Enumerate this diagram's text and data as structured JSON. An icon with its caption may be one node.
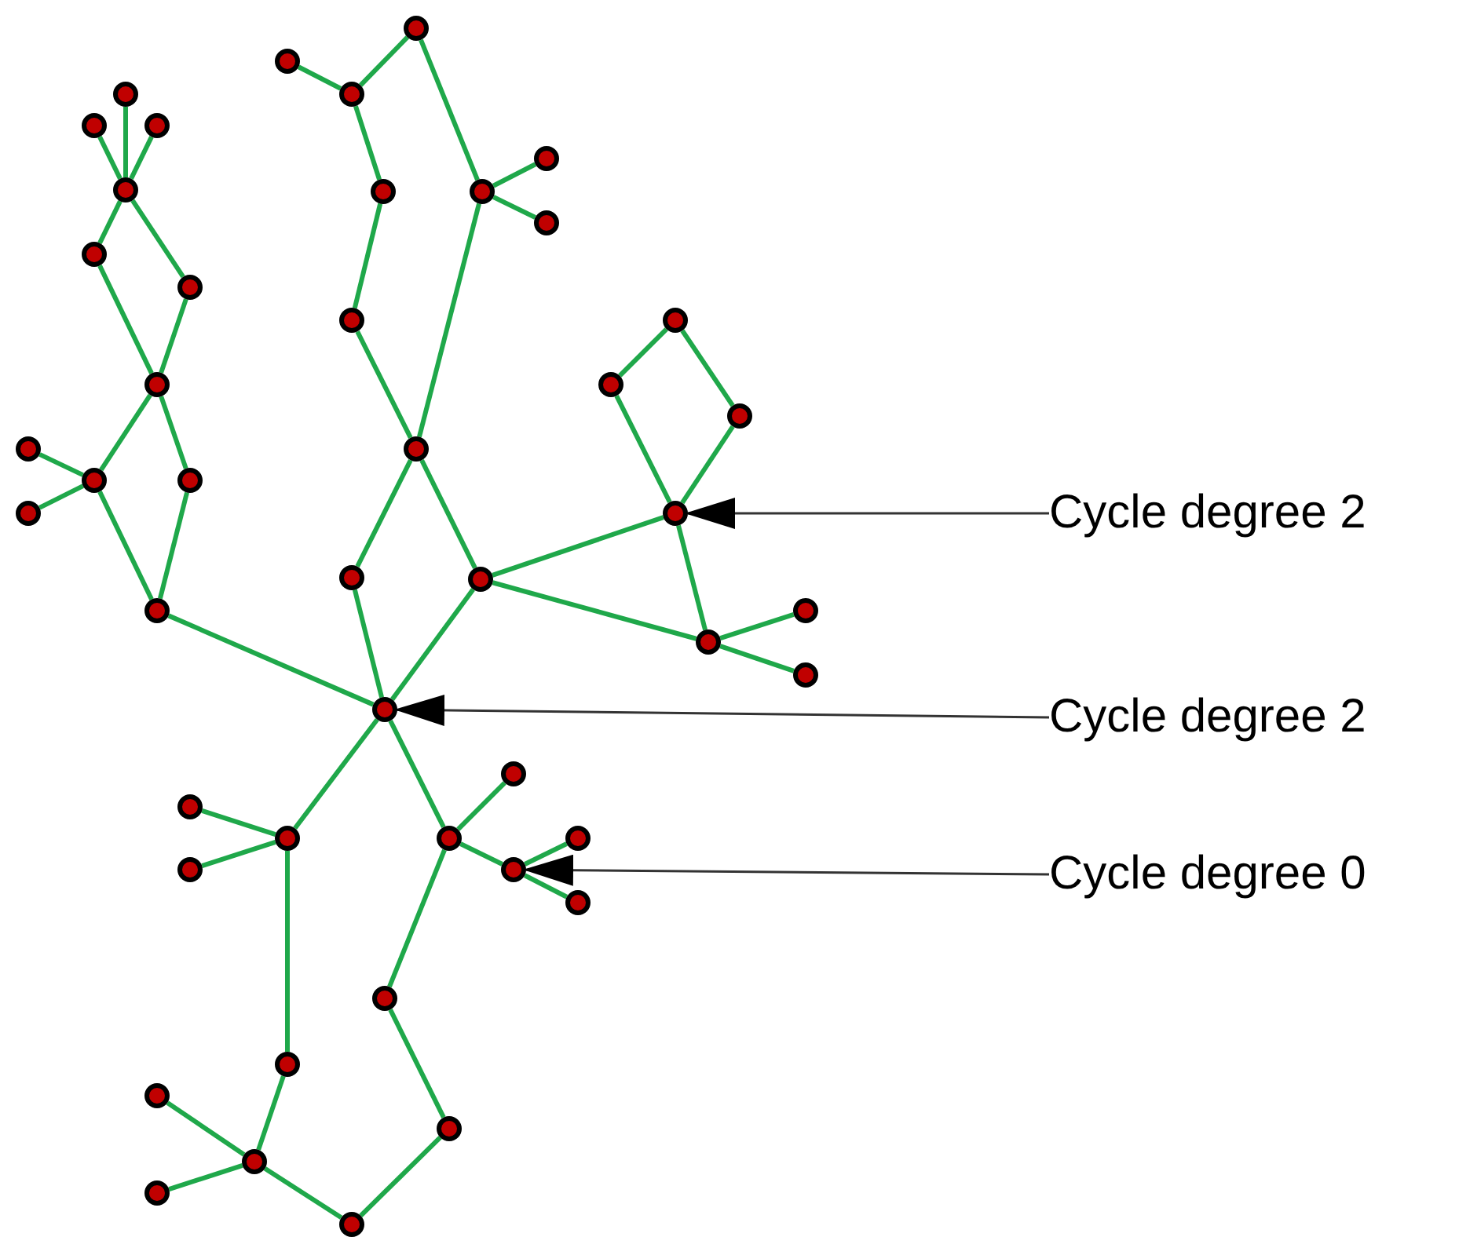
{
  "diagram": {
    "nodes": [
      {
        "text": [],
        "shape": "circle"
      },
      {
        "text": [],
        "shape": "circle"
      },
      {
        "text": [],
        "shape": "circle"
      },
      {
        "text": [],
        "shape": "circle"
      },
      {
        "text": [],
        "shape": "circle"
      },
      {
        "text": [],
        "shape": "circle"
      },
      {
        "text": [],
        "shape": "circle"
      },
      {
        "text": [],
        "shape": "circle"
      },
      {
        "text": [],
        "shape": "circle"
      },
      {
        "text": [],
        "shape": "circle"
      },
      {
        "text": [],
        "shape": "circle"
      },
      {
        "text": [],
        "shape": "circle"
      },
      {
        "text": [],
        "shape": "circle"
      },
      {
        "text": [],
        "shape": "circle"
      },
      {
        "text": [],
        "shape": "circle"
      },
      {
        "text": [],
        "shape": "circle"
      },
      {
        "text": [],
        "shape": "circle"
      },
      {
        "text": [],
        "shape": "circle"
      },
      {
        "text": [],
        "shape": "circle"
      },
      {
        "text": [],
        "shape": "circle"
      },
      {
        "text": [],
        "shape": "circle"
      },
      {
        "text": [],
        "shape": "circle"
      },
      {
        "text": [],
        "shape": "circle"
      },
      {
        "text": [],
        "shape": "circle"
      },
      {
        "text": [],
        "shape": "circle"
      },
      {
        "text": [],
        "shape": "circle"
      },
      {
        "text": [],
        "shape": "circle"
      },
      {
        "text": [],
        "shape": "circle"
      },
      {
        "text": [],
        "shape": "circle"
      },
      {
        "text": [],
        "shape": "circle"
      },
      {
        "text": [],
        "shape": "circle"
      },
      {
        "text": [],
        "shape": "circle"
      },
      {
        "text": [],
        "shape": "circle"
      },
      {
        "text": [],
        "shape": "circle"
      },
      {
        "text": [],
        "shape": "circle"
      },
      {
        "text": [],
        "shape": "circle"
      },
      {
        "text": [],
        "shape": "circle"
      },
      {
        "text": [],
        "shape": "circle"
      },
      {
        "text": [],
        "shape": "circle"
      },
      {
        "text": [],
        "shape": "circle"
      },
      {
        "text": [],
        "shape": "circle"
      },
      {
        "text": [],
        "shape": "circle"
      },
      {
        "text": [],
        "shape": "circle"
      },
      {
        "text": [],
        "shape": "circle"
      },
      {
        "text": [],
        "shape": "circle"
      },
      {
        "text": [],
        "shape": "circle"
      },
      {
        "text": [
          "Cycle degree 2"
        ]
      },
      {
        "text": [
          "Cycle degree 2"
        ]
      },
      {
        "text": [
          "Cycle degree 0"
        ]
      }
    ],
    "edges": [
      {
        "from": 0,
        "to": 2,
        "arrow": "none"
      },
      {
        "from": 1,
        "to": 2,
        "arrow": "none"
      },
      {
        "from": 0,
        "to": 8,
        "arrow": "none"
      },
      {
        "from": 2,
        "to": 7,
        "arrow": "none"
      },
      {
        "from": 7,
        "to": 13,
        "arrow": "none"
      },
      {
        "from": 13,
        "to": 19,
        "arrow": "none"
      },
      {
        "from": 8,
        "to": 19,
        "arrow": "none"
      },
      {
        "from": 8,
        "to": 9,
        "arrow": "none"
      },
      {
        "from": 8,
        "to": 10,
        "arrow": "none"
      },
      {
        "from": 3,
        "to": 6,
        "arrow": "none"
      },
      {
        "from": 4,
        "to": 6,
        "arrow": "none"
      },
      {
        "from": 5,
        "to": 6,
        "arrow": "none"
      },
      {
        "from": 6,
        "to": 11,
        "arrow": "none"
      },
      {
        "from": 6,
        "to": 12,
        "arrow": "none"
      },
      {
        "from": 11,
        "to": 16,
        "arrow": "none"
      },
      {
        "from": 12,
        "to": 16,
        "arrow": "none"
      },
      {
        "from": 16,
        "to": 20,
        "arrow": "none"
      },
      {
        "from": 16,
        "to": 21,
        "arrow": "none"
      },
      {
        "from": 18,
        "to": 20,
        "arrow": "none"
      },
      {
        "from": 22,
        "to": 20,
        "arrow": "none"
      },
      {
        "from": 20,
        "to": 26,
        "arrow": "none"
      },
      {
        "from": 21,
        "to": 26,
        "arrow": "none"
      },
      {
        "from": 26,
        "to": 30,
        "arrow": "none"
      },
      {
        "from": 19,
        "to": 24,
        "arrow": "none"
      },
      {
        "from": 19,
        "to": 25,
        "arrow": "none"
      },
      {
        "from": 24,
        "to": 30,
        "arrow": "none"
      },
      {
        "from": 25,
        "to": 30,
        "arrow": "none"
      },
      {
        "from": 25,
        "to": 23,
        "arrow": "none"
      },
      {
        "from": 25,
        "to": 28,
        "arrow": "none"
      },
      {
        "from": 23,
        "to": 28,
        "arrow": "none"
      },
      {
        "from": 23,
        "to": 15,
        "arrow": "none"
      },
      {
        "from": 23,
        "to": 17,
        "arrow": "none"
      },
      {
        "from": 15,
        "to": 14,
        "arrow": "none"
      },
      {
        "from": 17,
        "to": 14,
        "arrow": "none"
      },
      {
        "from": 28,
        "to": 27,
        "arrow": "none"
      },
      {
        "from": 28,
        "to": 29,
        "arrow": "none"
      },
      {
        "from": 30,
        "to": 33,
        "arrow": "none"
      },
      {
        "from": 30,
        "to": 34,
        "arrow": "none"
      },
      {
        "from": 33,
        "to": 32,
        "arrow": "none"
      },
      {
        "from": 33,
        "to": 36,
        "arrow": "none"
      },
      {
        "from": 33,
        "to": 40,
        "arrow": "none"
      },
      {
        "from": 34,
        "to": 31,
        "arrow": "none"
      },
      {
        "from": 34,
        "to": 37,
        "arrow": "none"
      },
      {
        "from": 37,
        "to": 35,
        "arrow": "none"
      },
      {
        "from": 37,
        "to": 38,
        "arrow": "none"
      },
      {
        "from": 34,
        "to": 39,
        "arrow": "none"
      },
      {
        "from": 39,
        "to": 42,
        "arrow": "none"
      },
      {
        "from": 42,
        "to": 45,
        "arrow": "none"
      },
      {
        "from": 40,
        "to": 43,
        "arrow": "none"
      },
      {
        "from": 43,
        "to": 41,
        "arrow": "none"
      },
      {
        "from": 43,
        "to": 44,
        "arrow": "none"
      },
      {
        "from": 43,
        "to": 45,
        "arrow": "none"
      },
      {
        "from": 46,
        "to": 23,
        "arrow": "to",
        "color": "#333333"
      },
      {
        "from": 47,
        "to": 30,
        "arrow": "to",
        "color": "#333333"
      },
      {
        "from": 48,
        "to": 37,
        "arrow": "to",
        "color": "#333333"
      }
    ]
  }
}
